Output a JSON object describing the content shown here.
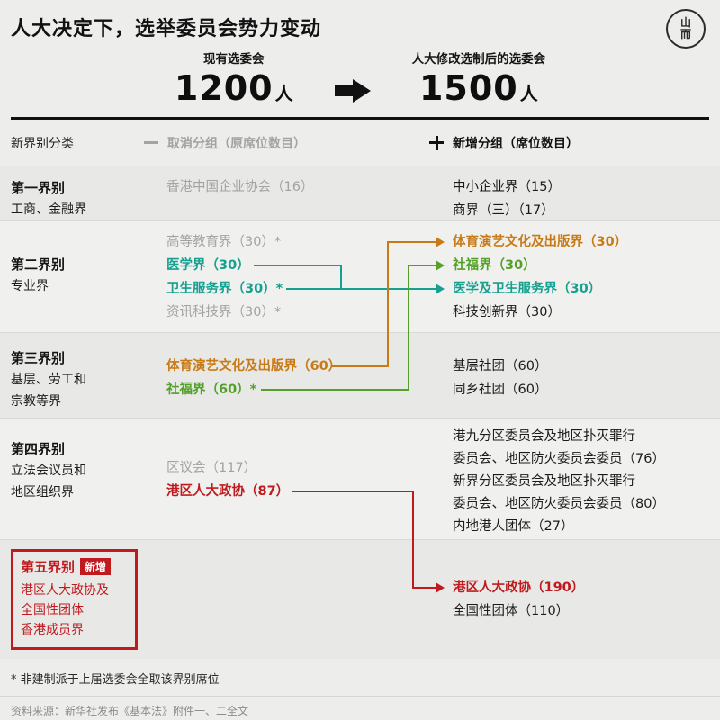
{
  "title": "人大决定下，选举委员会势力变动",
  "logo": {
    "top": "山",
    "bottom": "而"
  },
  "comparison": {
    "before_label": "现有选委会",
    "before_number": "1200",
    "before_unit": "人",
    "after_label": "人大修改选制后的选委会",
    "after_number": "1500",
    "after_unit": "人"
  },
  "table_header": {
    "category_col": "新界别分类",
    "removed_col": "取消分组（原席位数目）",
    "added_col": "新增分组（席位数目）"
  },
  "sections": [
    {
      "name": "第一界别",
      "desc": [
        "工商、金融界"
      ],
      "removed": [
        {
          "text": "香港中国企业协会（16）",
          "color": "gray"
        }
      ],
      "added": [
        {
          "text": "中小企业界（15）",
          "color": "black"
        },
        {
          "text": "商界（三）（17）",
          "color": "black"
        }
      ]
    },
    {
      "name": "第二界别",
      "desc": [
        "专业界"
      ],
      "removed": [
        {
          "text": "高等教育界（30）*",
          "color": "gray"
        },
        {
          "text": "医学界（30）",
          "color": "teal"
        },
        {
          "text": "卫生服务界（30）*",
          "color": "teal"
        },
        {
          "text": "资讯科技界（30）*",
          "color": "gray"
        }
      ],
      "added": [
        {
          "text": "体育演艺文化及出版界（30）",
          "color": "orange"
        },
        {
          "text": "社福界（30）",
          "color": "green"
        },
        {
          "text": "医学及卫生服务界（30）",
          "color": "teal"
        },
        {
          "text": "科技创新界（30）",
          "color": "black"
        }
      ]
    },
    {
      "name": "第三界别",
      "desc": [
        "基层、劳工和",
        "宗教等界"
      ],
      "removed": [
        {
          "text": "体育演艺文化及出版界（60）",
          "color": "orange"
        },
        {
          "text": "社福界（60）*",
          "color": "green"
        }
      ],
      "added": [
        {
          "text": "基层社团（60）",
          "color": "black"
        },
        {
          "text": "同乡社团（60）",
          "color": "black"
        }
      ]
    },
    {
      "name": "第四界别",
      "desc": [
        "立法会议员和",
        "地区组织界"
      ],
      "removed": [
        {
          "text": "区议会（117）",
          "color": "gray"
        },
        {
          "text": "港区人大政协（87）",
          "color": "red"
        }
      ],
      "added": [
        {
          "text": "港九分区委员会及地区扑灭罪行",
          "color": "black"
        },
        {
          "text": "委员会、地区防火委员会委员（76）",
          "color": "black"
        },
        {
          "text": "新界分区委员会及地区扑灭罪行",
          "color": "black"
        },
        {
          "text": "委员会、地区防火委员会委员（80）",
          "color": "black"
        },
        {
          "text": "内地港人团体（27）",
          "color": "black"
        }
      ]
    },
    {
      "name": "第五界别",
      "badge": "新增",
      "desc": [
        "港区人大政协及",
        "全国性团体",
        "香港成员界"
      ],
      "removed": [],
      "added": [
        {
          "text": "港区人大政协（190）",
          "color": "red"
        },
        {
          "text": "全国性团体（110）",
          "color": "black"
        }
      ]
    }
  ],
  "footnote": "* 非建制派于上届选委会全取该界别席位",
  "source": "资料来源：新华社发布《基本法》附件一、二全文",
  "colors": {
    "gray": "#a3a3a1",
    "teal": "#16a08f",
    "green": "#55a02a",
    "orange": "#c87a16",
    "red": "#c01a1f",
    "black": "#1b1b1b",
    "background": "#edeeec"
  }
}
